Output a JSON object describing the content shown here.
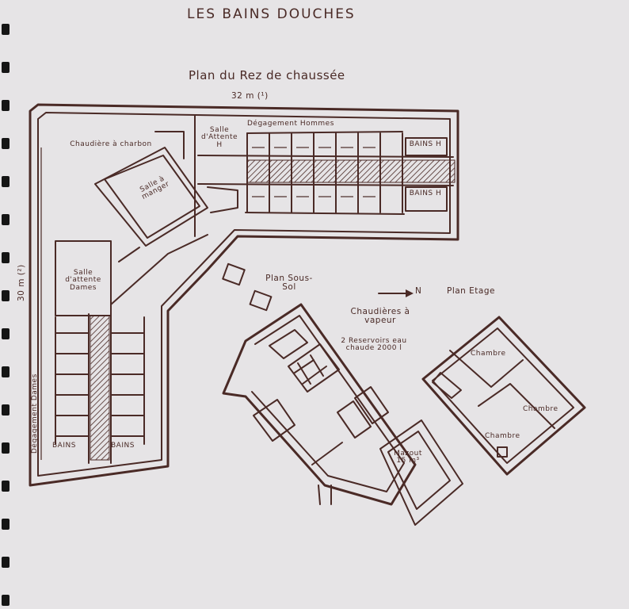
{
  "title": "LES BAINS DOUCHES",
  "ground_floor": {
    "heading": "Plan du Rez de chaussée",
    "width_label": "32 m (¹)",
    "height_label": "30 m (²)",
    "rooms": {
      "coal_boiler": "Chaudière à charbon",
      "dining_room": "Salle à manger",
      "men_waiting": "Salle d'Attente H",
      "men_corridor": "Dégagement Hommes",
      "baths_h_top": "BAINS H",
      "baths_h_bottom": "BAINS H",
      "ladies_waiting": "Salle d'attente Dames",
      "ladies_corridor": "Dégagement Dames",
      "baths_d_left": "BAINS",
      "baths_d_right": "BAINS"
    }
  },
  "basement": {
    "heading": "Plan Sous-Sol",
    "north_label": "N",
    "steam_boilers": "Chaudières à vapeur",
    "tanks": "2 Reservoirs eau chaude 2000 l",
    "fuel_oil": "Mazout 15 m³"
  },
  "upper_floor": {
    "heading": "Plan Etage",
    "rooms": [
      "Chambre",
      "Chambre",
      "Chambre"
    ]
  }
}
